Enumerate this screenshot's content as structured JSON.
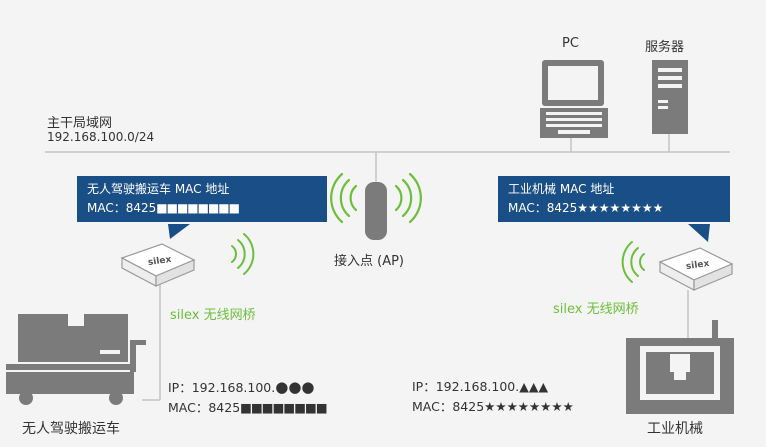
{
  "network": {
    "title": "主干局域网",
    "subnet": "192.168.100.0/24"
  },
  "devices": {
    "pc": {
      "label": "PC"
    },
    "server": {
      "label": "服务器"
    },
    "ap": {
      "label": "接入点 (AP)"
    },
    "agv": {
      "label": "无人驾驶搬运车"
    },
    "machine": {
      "label": "工业机械"
    }
  },
  "bridges": {
    "left": {
      "brand": "silex",
      "label": "silex 无线网桥"
    },
    "right": {
      "brand": "silex",
      "label": "silex 无线网桥"
    }
  },
  "callouts": {
    "left": {
      "title": "无人驾驶搬运车 MAC 地址",
      "mac_prefix": "MAC：8425",
      "mask": "■■■■■■■■"
    },
    "right": {
      "title": "工业机械 MAC 地址",
      "mac_prefix": "MAC：8425",
      "mask": "★★★★★★★★"
    }
  },
  "info": {
    "left": {
      "ip_prefix": "IP：192.168.100.",
      "ip_mask": "●●●",
      "mac_prefix": "MAC：8425",
      "mac_mask": "■■■■■■■■"
    },
    "right": {
      "ip_prefix": "IP：192.168.100.",
      "ip_mask": "▲▲▲",
      "mac_prefix": "MAC：8425",
      "mac_mask": "★★★★★★★★"
    }
  },
  "colors": {
    "callout_bg": "#1a4e86",
    "wifi_green": "#6cbf3a",
    "device_gray": "#7b7b7b",
    "line_gray": "#bfbfbf"
  }
}
